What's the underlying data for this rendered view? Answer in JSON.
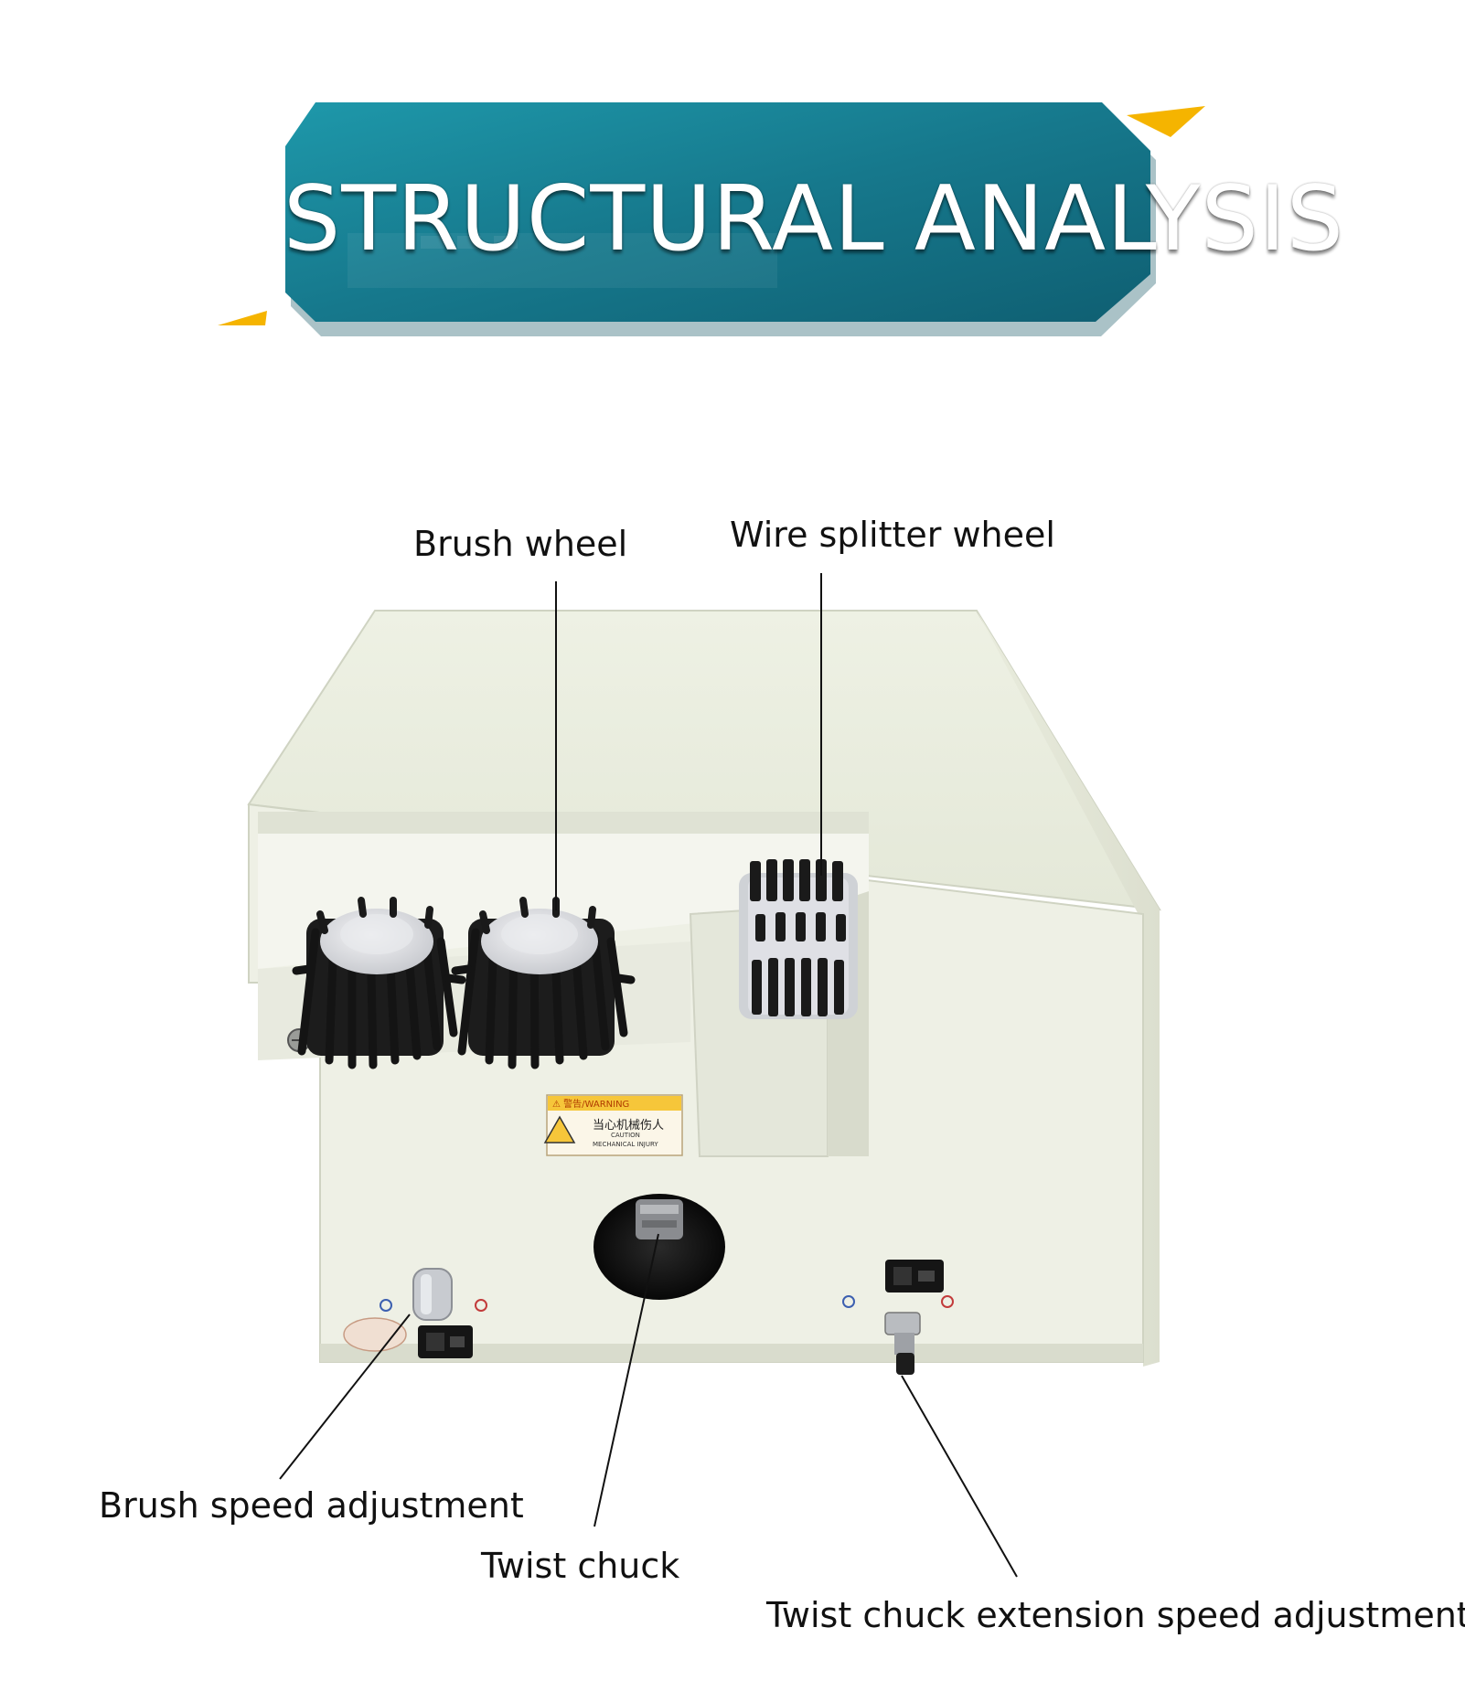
{
  "banner": {
    "title": "STRUCTURAL ANALYSIS"
  },
  "labels": {
    "brush_wheel": "Brush wheel",
    "wire_splitter_wheel": "Wire splitter wheel",
    "brush_speed_adjustment": "Brush speed adjustment",
    "twist_chuck": "Twist chuck",
    "twist_chuck_extension_speed_adjustment": "Twist chuck extension speed adjustment"
  },
  "warning_sticker": {
    "header": "⚠ 警告/WARNING",
    "line1": "当心机械伤人",
    "line2": "CAUTION",
    "line3": "MECHANICAL INJURY"
  },
  "colors": {
    "banner_teal": "#167f93",
    "accent_yellow": "#f5b400",
    "machine_body": "#ecefe2",
    "bristle": "#1a1a1a"
  }
}
